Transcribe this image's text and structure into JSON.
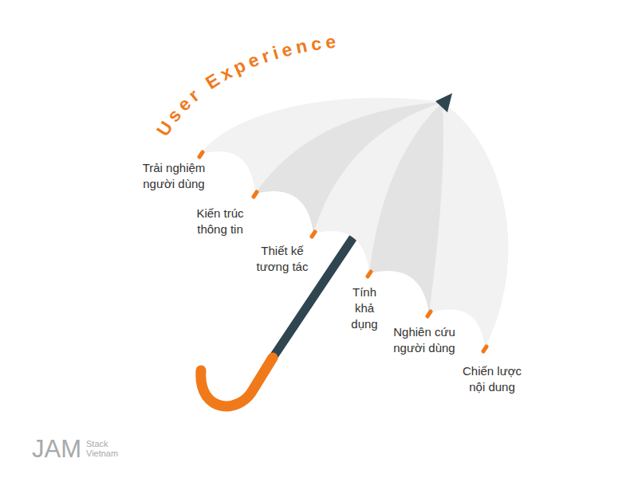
{
  "diagram": {
    "title": "User Experience",
    "labels": [
      "Trải nghiệm người dùng",
      "Kiến trúc thông tin",
      "Thiết kế tương tác",
      "Tính khả dụng",
      "Nghiên cứu người dùng",
      "Chiến lược nội dung",
      "JAM",
      "Stack Vietnam"
    ]
  }
}
